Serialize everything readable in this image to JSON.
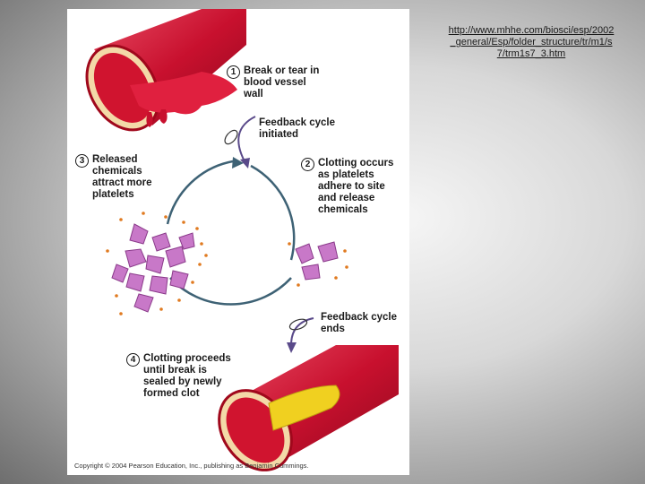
{
  "source_link": "http://www.mhhe.com/biosci/esp/2002_general/Esp/folder_structure/tr/m1/s7/trm1s7_3.htm",
  "steps": [
    {
      "number": "1",
      "text": "Break or tear in\nblood vessel\nwall"
    },
    {
      "number": "2",
      "text": "Clotting occurs\nas platelets\nadhere to site\nand release\nchemicals"
    },
    {
      "number": "3",
      "text": "Released\nchemicals\nattract more\nplatelets"
    },
    {
      "number": "4",
      "text": "Clotting proceeds\nuntil break is\nsealed by newly\nformed clot"
    }
  ],
  "feedback_start": "Feedback cycle\ninitiated",
  "feedback_end": "Feedback cycle\nends",
  "copyright": "Copyright © 2004 Pearson Education, Inc., publishing as Benjamin Cummings.",
  "colors": {
    "vessel": "#c8102e",
    "vessel_light": "#e8526a",
    "blood": "#e0203f",
    "cycle_arrow": "#3e6275",
    "feedback_arrow": "#5a4a8a",
    "platelet": "#c878c8",
    "dots": "#e07a20",
    "clot": "#f0d020"
  }
}
